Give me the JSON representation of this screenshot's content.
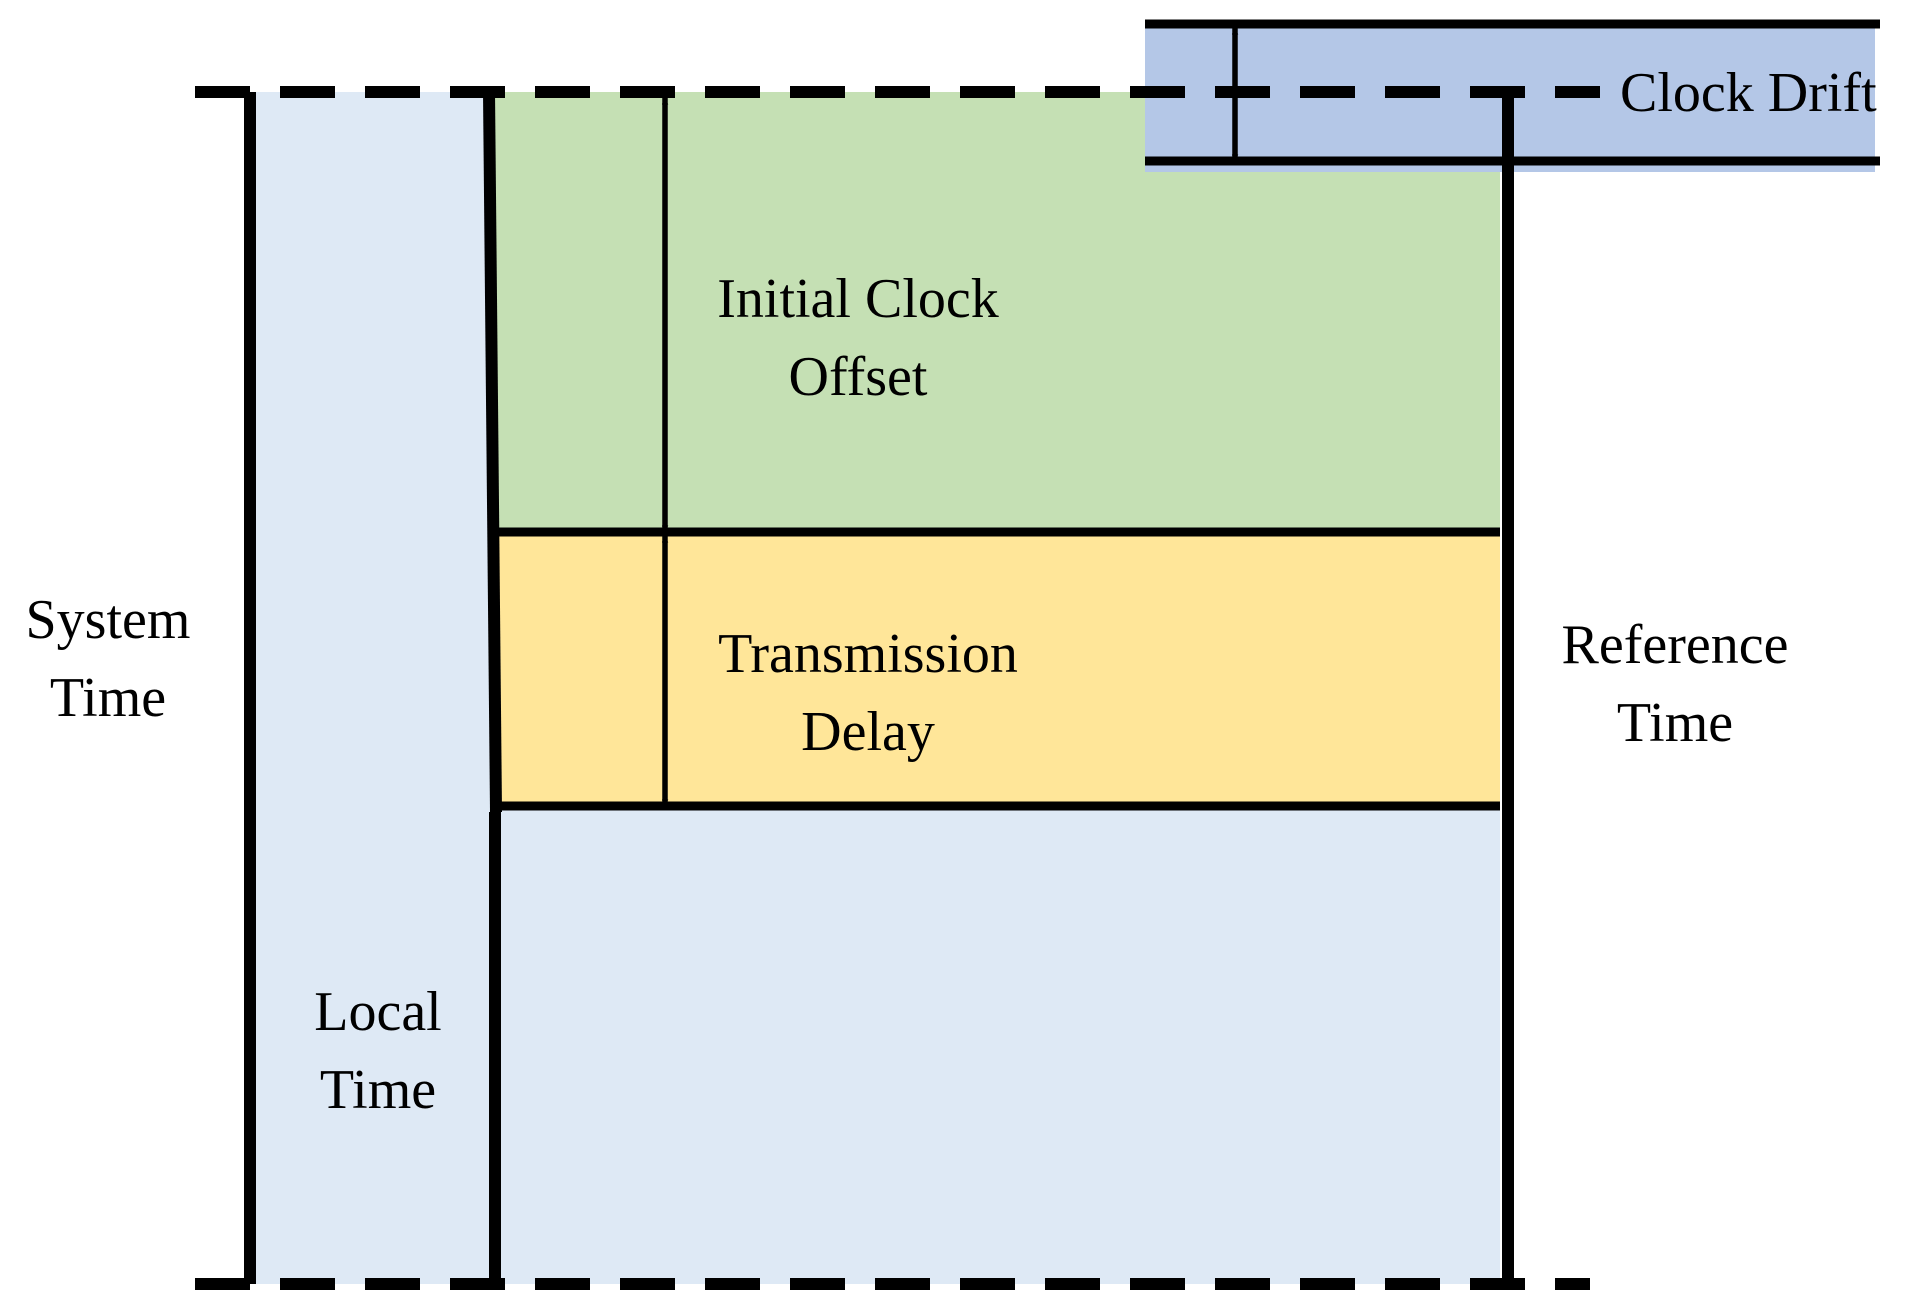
{
  "labels": {
    "clock_drift": "Clock Drift",
    "initial_offset_line1": "Initial Clock",
    "initial_offset_line2": "Offset",
    "transmission_line1": "Transmission",
    "transmission_line2": "Delay",
    "system_line1": "System",
    "system_line2": "Time",
    "local_line1": "Local",
    "local_line2": "Time",
    "reference_line1": "Reference",
    "reference_line2": "Time"
  },
  "colors": {
    "system_time_region": "#dee9f5",
    "initial_offset_region": "#c5e0b4",
    "transmission_delay_region": "#ffe699",
    "clock_drift_region": "#b4c7e7",
    "line": "#000000"
  }
}
